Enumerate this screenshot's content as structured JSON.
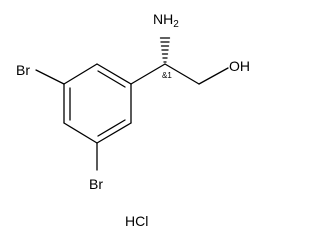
{
  "molecule": {
    "atoms": {
      "br_top": "Br",
      "br_bottom": "Br",
      "amine": "NH",
      "amine_subscript": "2",
      "hydroxyl": "OH",
      "salt": "HCl"
    },
    "stereo_label": "&1"
  },
  "colors": {
    "ink": "#000000",
    "background": "#ffffff"
  }
}
